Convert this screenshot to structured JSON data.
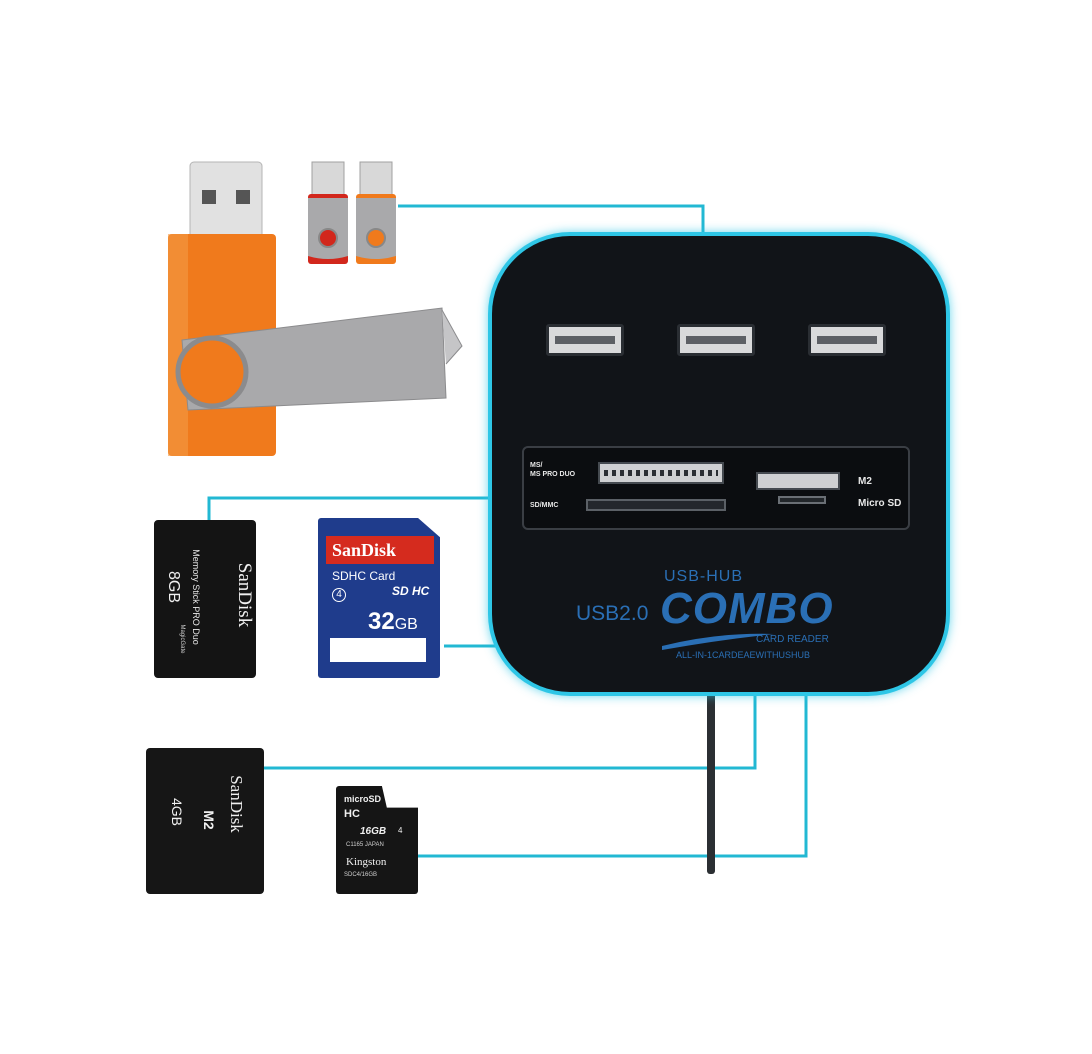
{
  "colors": {
    "connector": "#22b8d3",
    "hub_body": "#111418",
    "hub_glow": "#2ec6e6",
    "usb_drive_orange": "#f07a1c",
    "usb_swivel_metal": "#a9a9ab",
    "sd_card_blue": "#1f3c8c",
    "sandisk_red": "#d52b1e",
    "hub_text_blue": "#2a6fb5"
  },
  "hub": {
    "slot_label_ms": "MS/",
    "slot_label_ms_pro_duo": "MS PRO DUO",
    "slot_label_sd_mmc": "SD/MMC",
    "slot_label_m2": "M2",
    "slot_label_micro_sd": "Micro SD",
    "brand_usb_hub": "USB-HUB",
    "brand_usb20": "USB2.0",
    "brand_combo": "COMBO",
    "brand_card_reader": "CARD READER",
    "brand_all_in_one": "ALL-IN-1CARDEAEWITHUSHUB"
  },
  "cards": {
    "ms_pro_duo": {
      "brand": "SanDisk",
      "capacity": "8GB",
      "subtitle": "Memory Stick PRO Duo",
      "maker": "MagicGate"
    },
    "sd": {
      "brand": "SanDisk",
      "type": "SDHC Card",
      "class": "4",
      "capacity": "32",
      "unit": "GB",
      "logo": "SD HC"
    },
    "m2": {
      "brand": "SanDisk",
      "capacity": "4GB",
      "type": "M2"
    },
    "micro_sd": {
      "type": "microSD",
      "logo": "HC",
      "capacity": "16GB",
      "class": "4",
      "brand": "Kingston",
      "model": "SDC4/16GB",
      "extra": "C1165   JAPAN"
    }
  }
}
